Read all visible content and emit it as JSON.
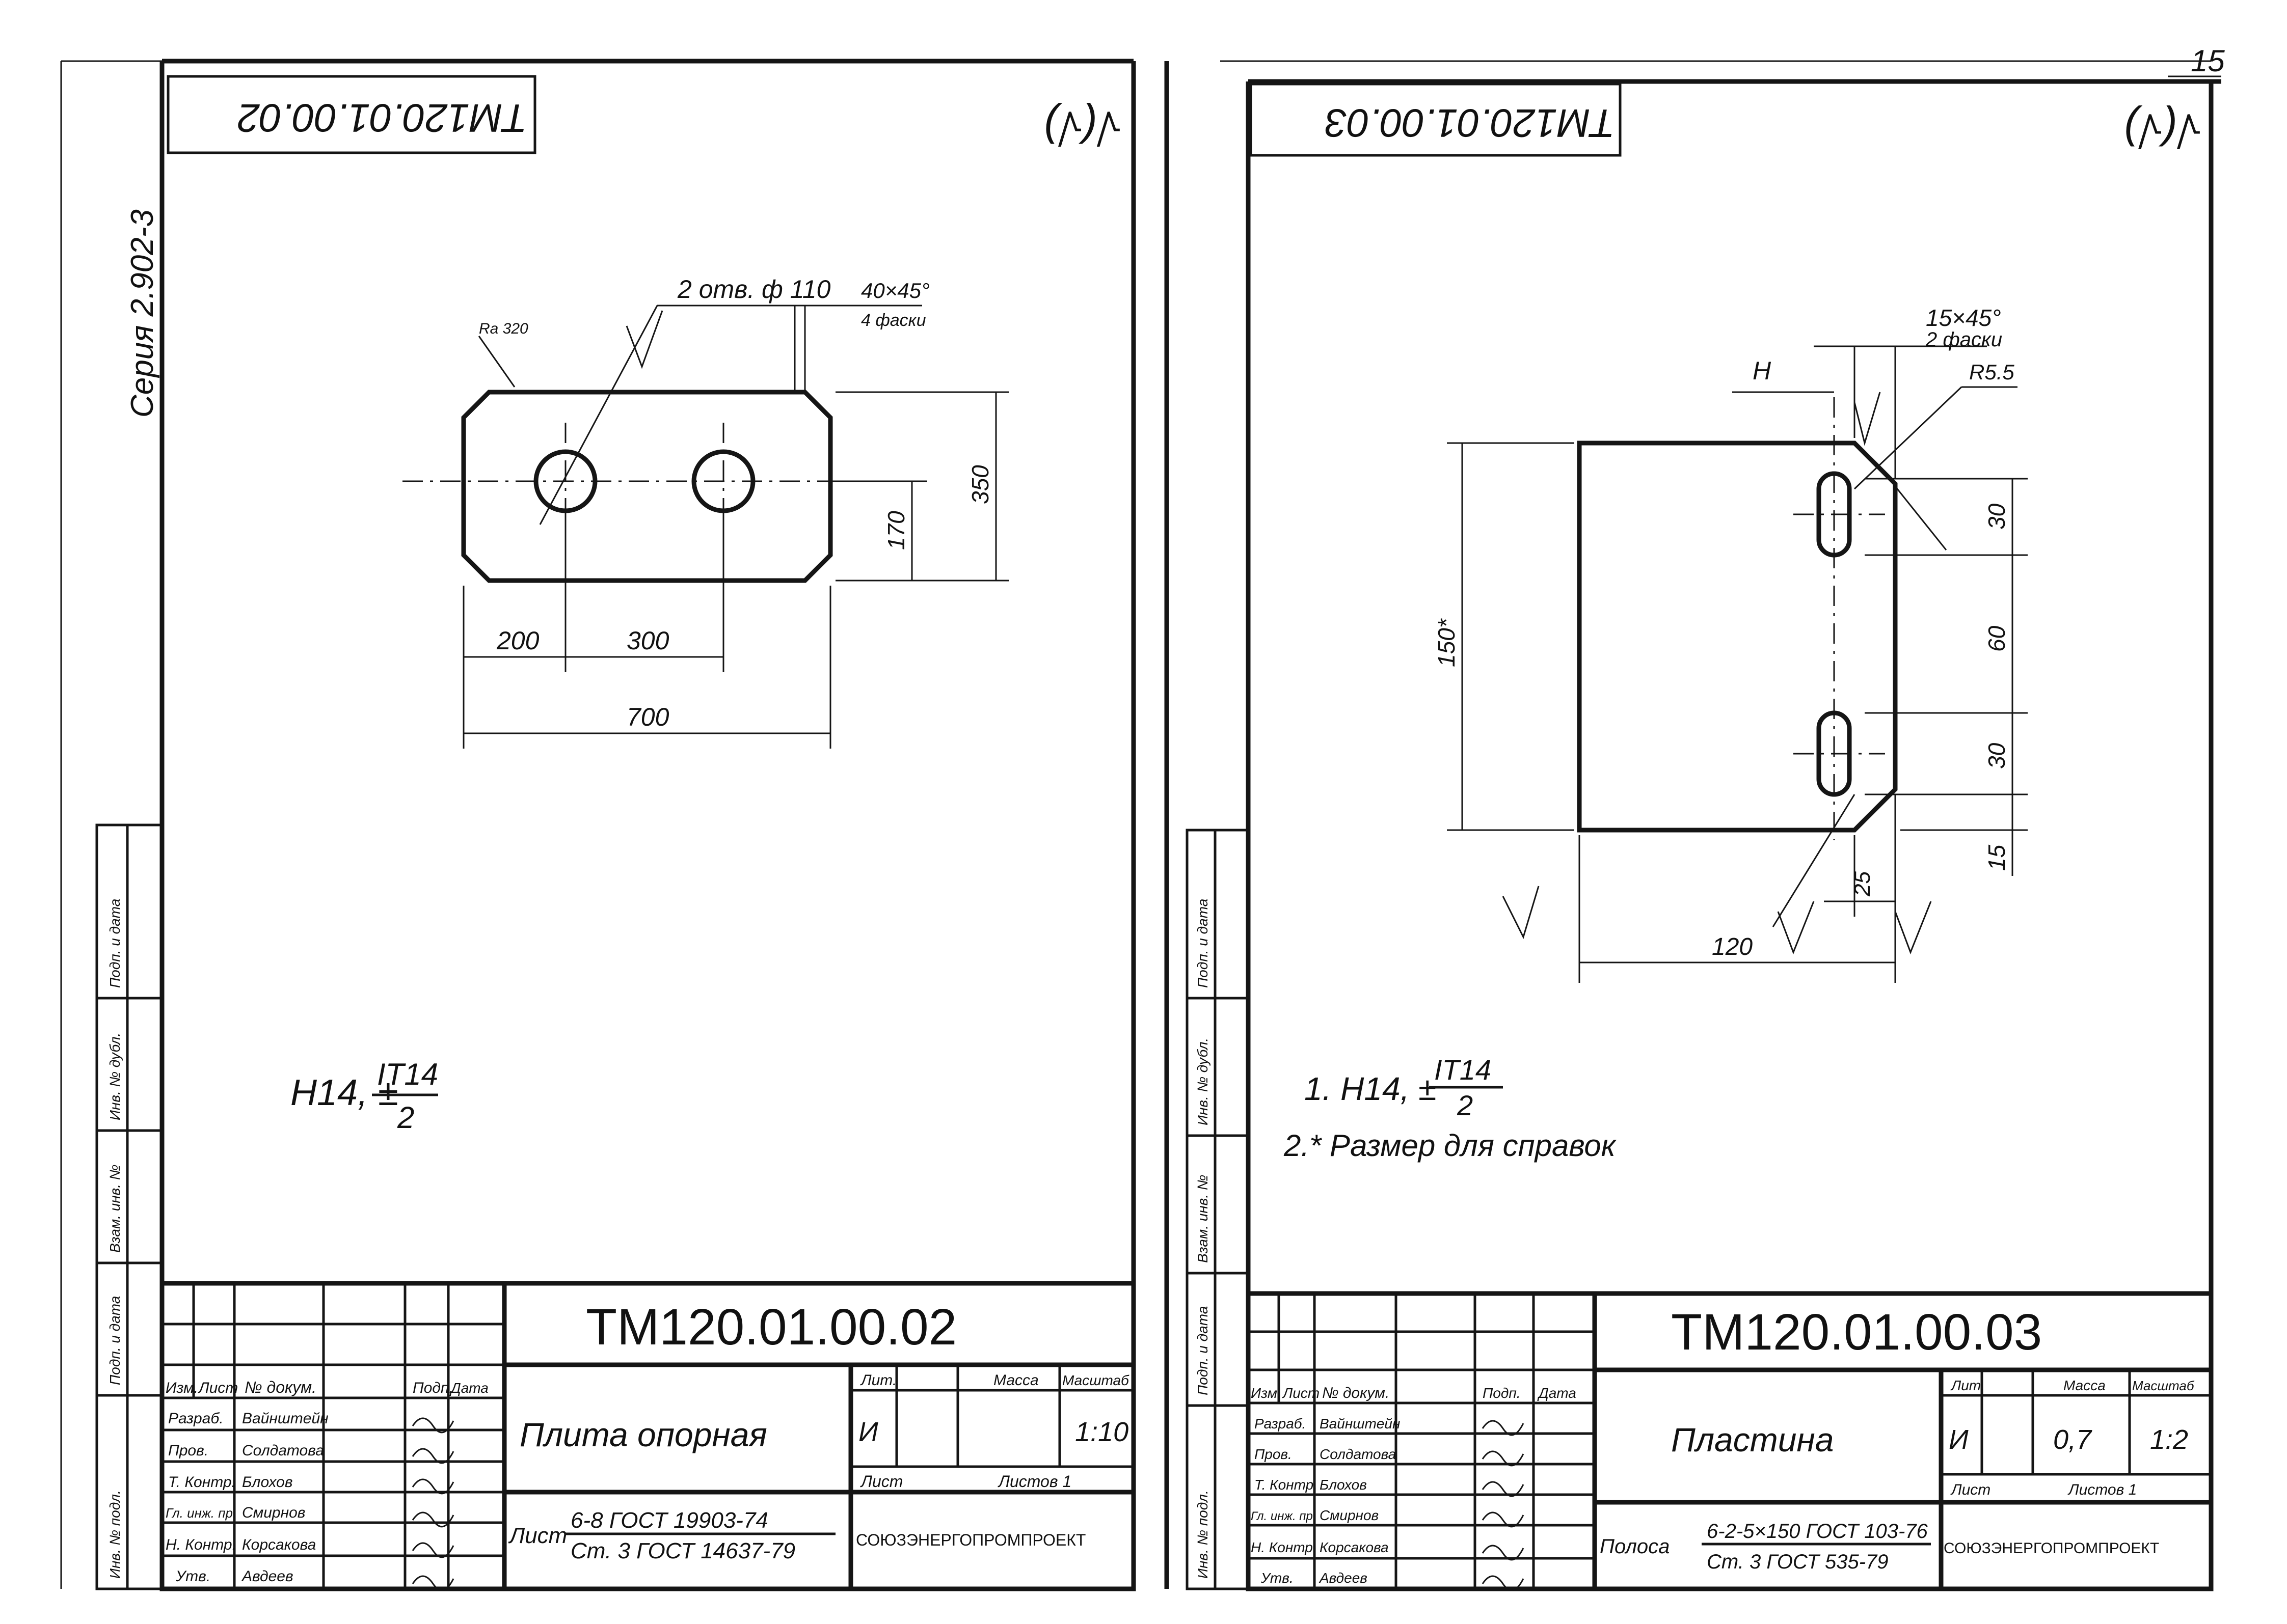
{
  "page_number": "15",
  "series_label": "Серия 2.902-3",
  "side_stamps": [
    "Инв. № подл.",
    "Подп. и дата",
    "Взам. инв. №",
    "Инв. № дубл.",
    "Подп. и дата"
  ],
  "sheets": [
    {
      "code_rotated": "ТМ120.01.00.02",
      "roughness": "√(√)",
      "hole_note": "2 отв. ф 110",
      "chamfer_note_1": "40×45°",
      "chamfer_note_2": "4 фаски",
      "weld_note": "Ra 320",
      "dims": {
        "d200": "200",
        "d300": "300",
        "d700": "700",
        "d170": "170",
        "d350": "350"
      },
      "tolerance_note": "H14, ±",
      "tolerance_frac_top": "IT14",
      "tolerance_frac_bot": "2",
      "note_2": "",
      "title_code": "ТМ120.01.00.02",
      "title_name": "Плита опорная",
      "material_prefix": "Лист",
      "material_line1": "6-8 ГОСТ 19903-74",
      "material_line2": "Ст. 3 ГОСТ 14637-79",
      "lit": "И",
      "mass": "",
      "scale": "1:10",
      "sheet_label": "Лист",
      "sheets_label": "Листов 1",
      "org": "СОЮЗЭНЕРГОПРОМПРОЕКТ"
    },
    {
      "code_rotated": "ТМ120.01.00.03",
      "roughness": "√(√)",
      "chamfer_note_1": "15×45°",
      "chamfer_note_2": "2 фаски",
      "radius_note": "R5.5",
      "dims": {
        "d120": "120",
        "d25": "25",
        "d150": "150*",
        "d30a": "30",
        "d60": "60",
        "d30b": "30",
        "d15": "15",
        "dH": "H"
      },
      "tolerance_note": "1. H14, ±",
      "tolerance_frac_top": "IT14",
      "tolerance_frac_bot": "2",
      "note_2": "2.* Размер для справок",
      "title_code": "ТМ120.01.00.03",
      "title_name": "Пластина",
      "material_prefix": "Полоса",
      "material_line1": "6-2-5×150 ГОСТ 103-76",
      "material_line2": "Ст. 3 ГОСТ 535-79",
      "lit": "И",
      "mass": "0,7",
      "scale": "1:2",
      "sheet_label": "Лист",
      "sheets_label": "Листов 1",
      "org": "СОЮЗЭНЕРГОПРОМПРОЕКТ"
    }
  ],
  "table_head": {
    "izm": "Изм.",
    "list": "Лист",
    "doc": "№ докум.",
    "podp": "Подп.",
    "data": "Дата",
    "lit": "Лит.",
    "mass": "Масса",
    "scale": "Масштаб"
  },
  "staff_roles": [
    "Разраб.",
    "Пров.",
    "Т. Контр.",
    "Гл. инж. пр.",
    "Н. Контр.",
    "Утв."
  ],
  "staff_names": [
    "Вайнштейн",
    "Солдатова",
    "Блохов",
    "Смирнов",
    "Корсакова",
    "Авдеев"
  ]
}
